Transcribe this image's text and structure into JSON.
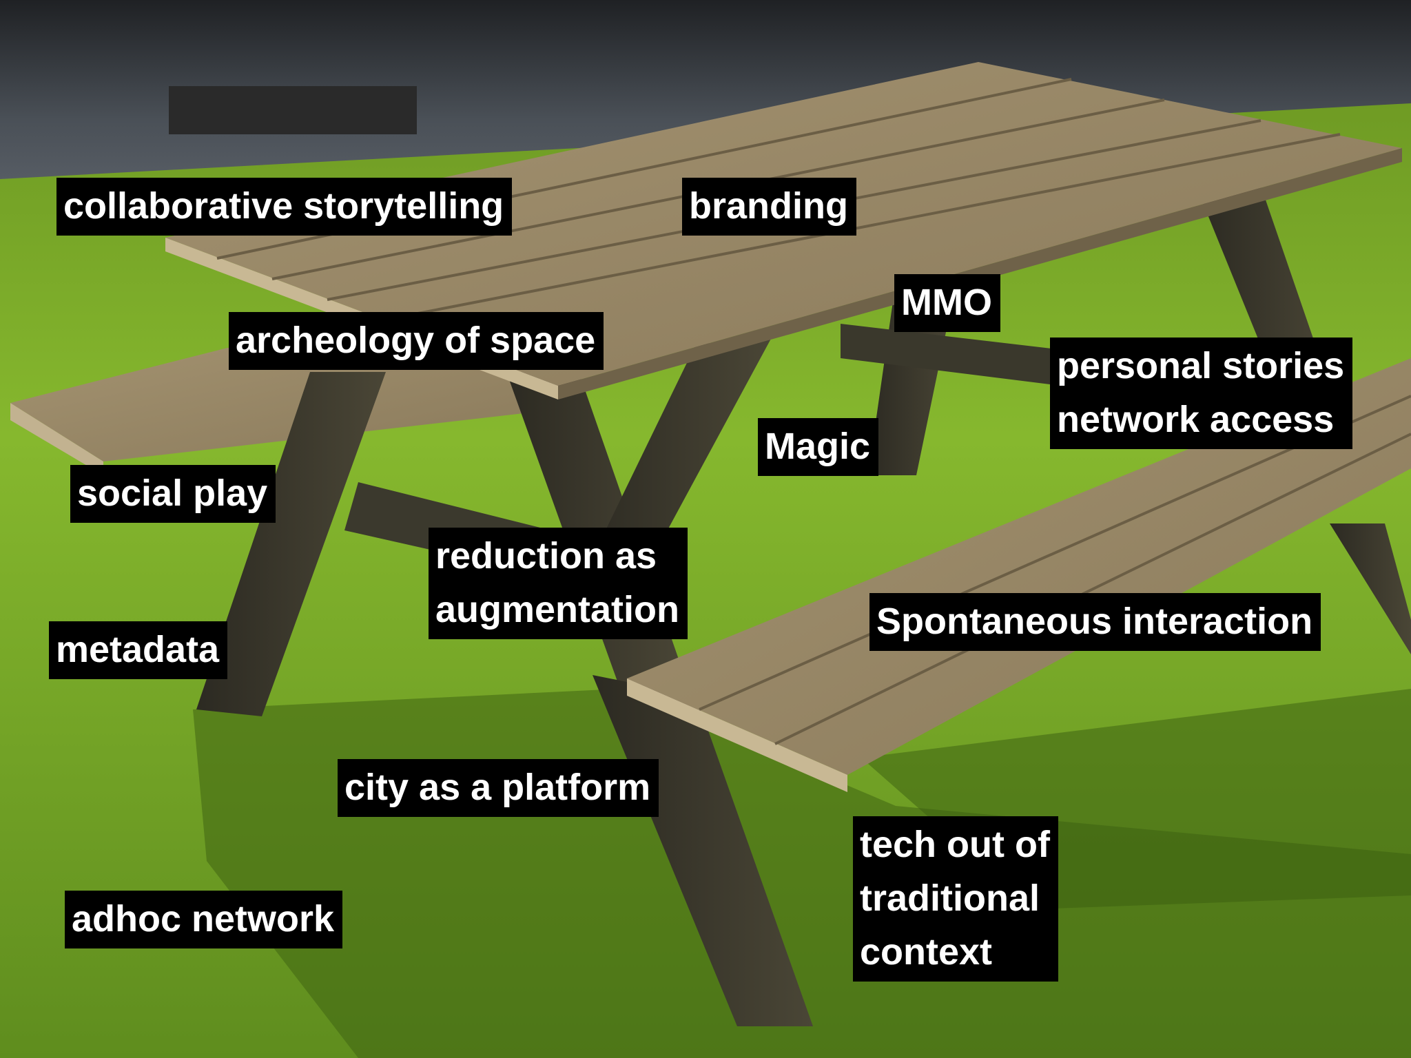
{
  "labels": {
    "collaborative_storytelling": [
      "collaborative storytelling"
    ],
    "branding": [
      "branding"
    ],
    "mmo": [
      "MMO"
    ],
    "archeology_of_space": [
      "archeology of space"
    ],
    "personal_stories_network_access": [
      "personal stories",
      "network access"
    ],
    "magic": [
      "Magic"
    ],
    "social_play": [
      "social play"
    ],
    "reduction_as_augmentation": [
      "reduction as",
      "augmentation"
    ],
    "spontaneous_interaction": [
      "Spontaneous interaction"
    ],
    "metadata": [
      "metadata"
    ],
    "city_as_a_platform": [
      "city as a platform"
    ],
    "tech_out_of_traditional_context": [
      "tech out of",
      "traditional",
      "context"
    ],
    "adhoc_network": [
      "adhoc network"
    ]
  }
}
